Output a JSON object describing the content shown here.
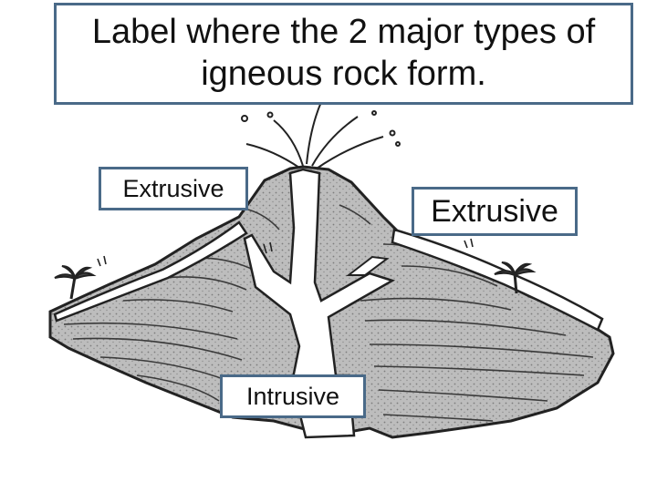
{
  "title": "Label where the 2 major types of igneous rock form.",
  "labels": {
    "left": "Extrusive",
    "right": "Extrusive",
    "bottom": "Intrusive"
  }
}
